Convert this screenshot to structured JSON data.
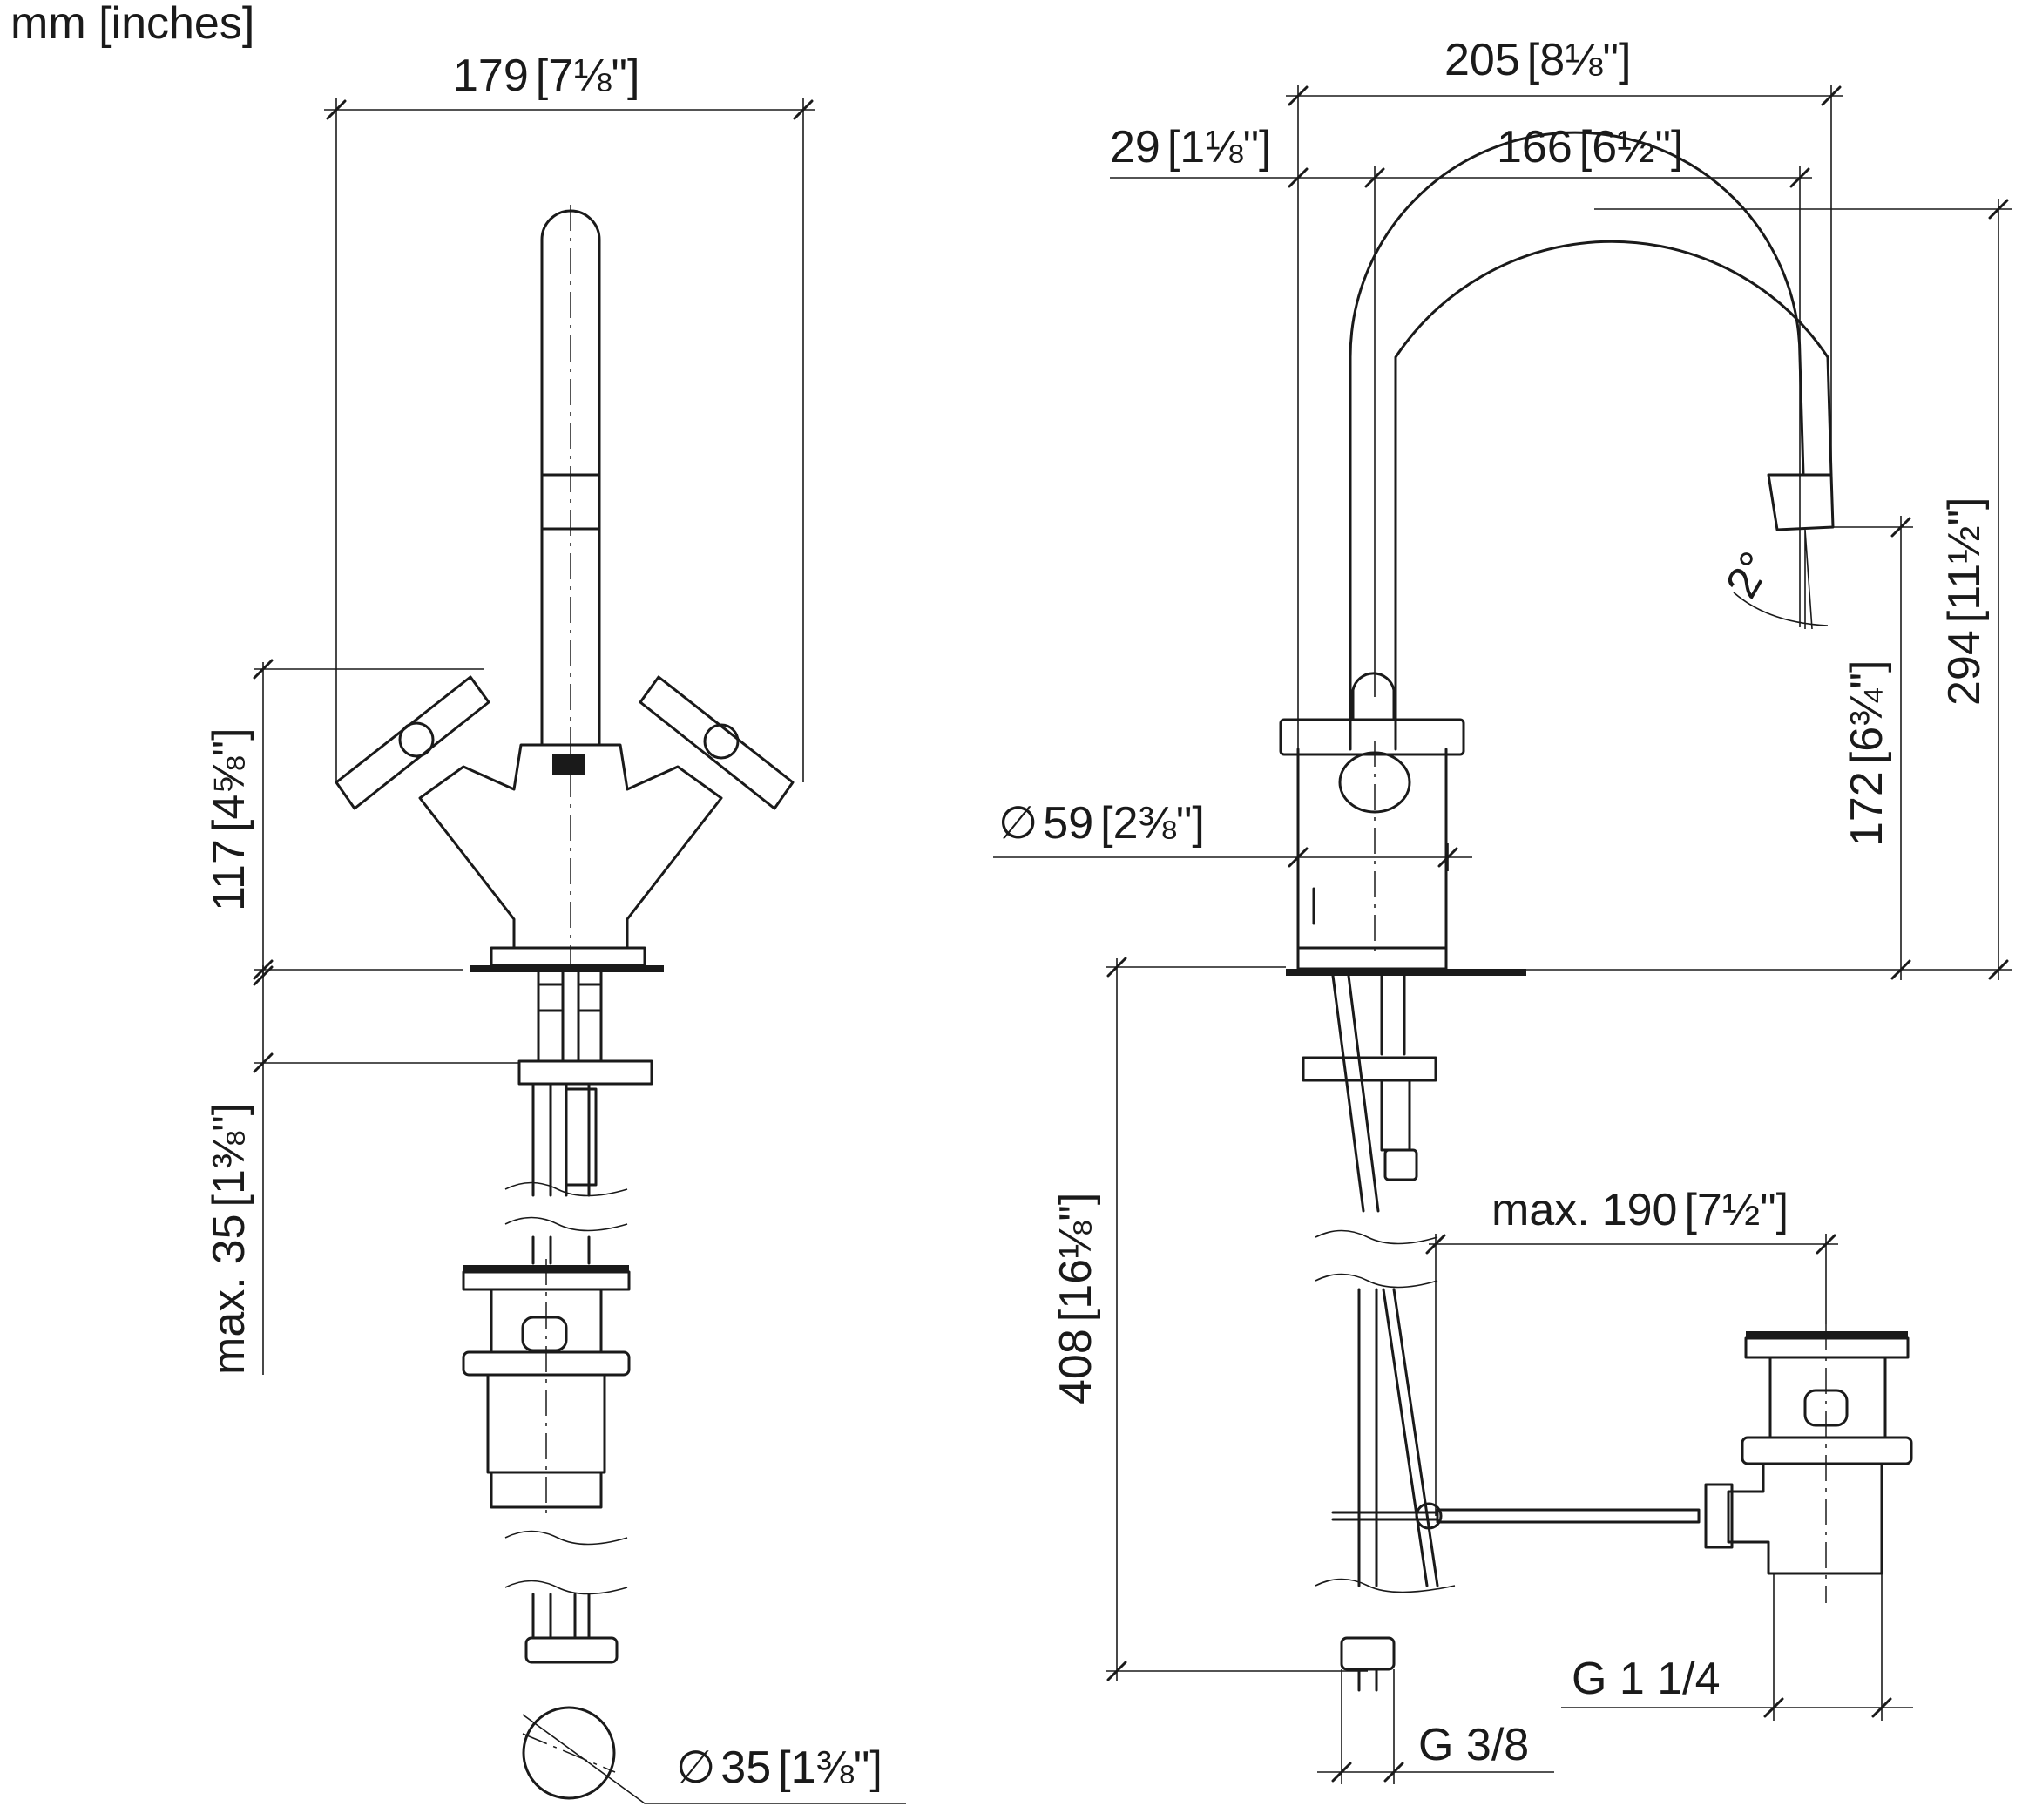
{
  "unit_label": "mm [inches]",
  "front_view": {
    "overall_width": {
      "mm": "179",
      "inch": "7⅛\""
    },
    "handle_height": {
      "mm": "117",
      "inch": "4⅝\""
    },
    "counter_thickness": {
      "prefix": "max.",
      "mm": "35",
      "inch": "1⅜\""
    },
    "pop_up_diameter": {
      "symbol": "∅",
      "mm": "35",
      "inch": "1⅜\""
    }
  },
  "side_view": {
    "total_projection": {
      "mm": "205",
      "inch": "8⅛\""
    },
    "rear_offset": {
      "mm": "29",
      "inch": "1⅛\""
    },
    "spout_reach": {
      "mm": "166",
      "inch": "6½\""
    },
    "total_height": {
      "mm": "294",
      "inch": "11½\""
    },
    "spout_outlet_height": {
      "mm": "172",
      "inch": "6¾\""
    },
    "spout_angle": "2°",
    "base_diameter": {
      "symbol": "∅",
      "mm": "59",
      "inch": "2⅜\""
    },
    "supply_length": {
      "mm": "408",
      "inch": "16⅛\""
    },
    "drain_distance": {
      "prefix": "max.",
      "mm": "190",
      "inch": "7½\""
    },
    "drain_thread": "G 1 1/4",
    "supply_thread": "G 3/8"
  }
}
